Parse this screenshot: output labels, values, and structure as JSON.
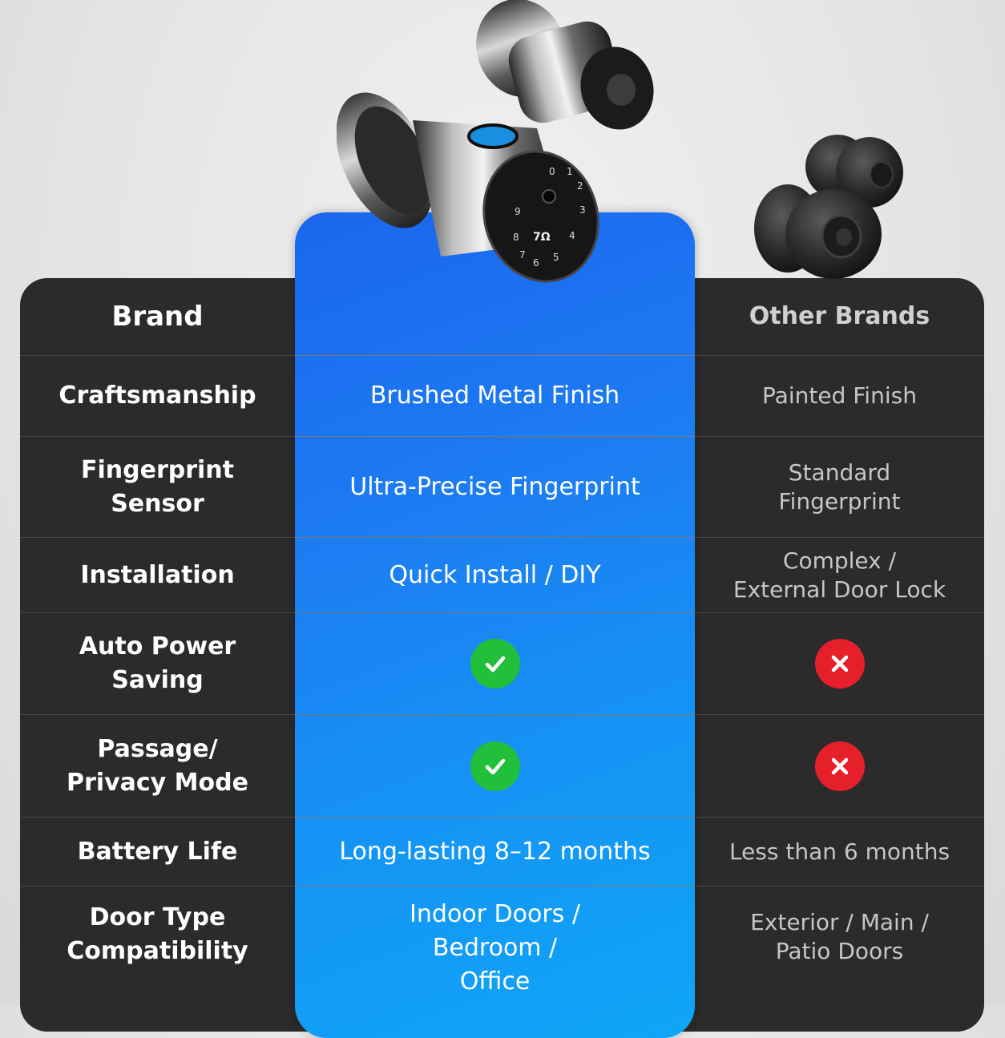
{
  "header": {
    "col_label": "Brand",
    "col_other": "Other Brands"
  },
  "rows": [
    {
      "label": "Craftsmanship",
      "brand": "Brushed Metal Finish",
      "other": "Painted Finish"
    },
    {
      "label": "Fingerprint\nSensor",
      "brand": "Ultra-Precise Fingerprint",
      "other": "Standard\nFingerprint"
    },
    {
      "label": "Installation",
      "brand": "Quick Install / DIY",
      "other": "Complex /\nExternal Door Lock"
    },
    {
      "label": "Auto Power\nSaving",
      "brand_icon": "check-icon",
      "other_icon": "cross-icon"
    },
    {
      "label": "Passage/\nPrivacy Mode",
      "brand_icon": "check-icon",
      "other_icon": "cross-icon"
    },
    {
      "label": "Battery Life",
      "brand": "Long-lasting 8–12 months",
      "other": "Less than 6 months"
    },
    {
      "label": "Door Type\nCompatibility",
      "brand": "Indoor Doors /\nBedroom /\nOffice",
      "other": "Exterior / Main /\nPatio Doors"
    }
  ],
  "keypad": {
    "digits": [
      "0",
      "1",
      "2",
      "3",
      "4",
      "5",
      "6",
      "7",
      "8",
      "9"
    ],
    "logo": "7Ω"
  },
  "colors": {
    "check": "#22c03a",
    "cross": "#e6202a",
    "brand_panel": "#1d7cf2",
    "dark_panel": "#2b2b2b"
  }
}
